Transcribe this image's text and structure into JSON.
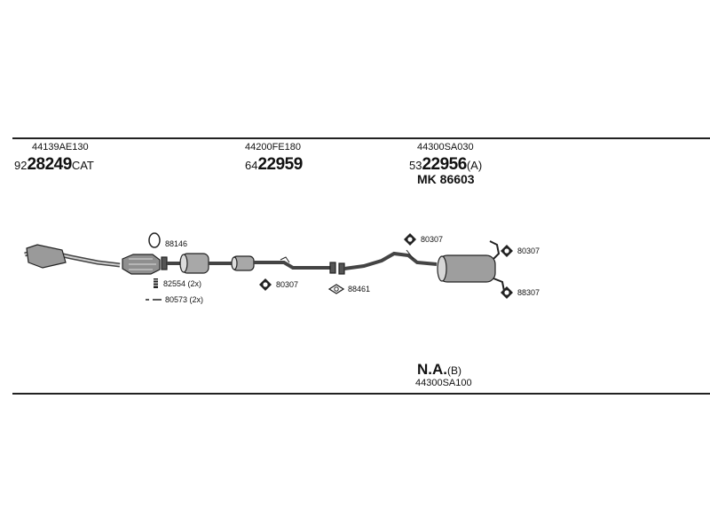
{
  "colors": {
    "line": "#222222",
    "part_fill": "#9a9a9a",
    "part_dark": "#555555"
  },
  "groups": {
    "front": {
      "code": "44139AE130",
      "prefix": "92",
      "number": "28249",
      "suffix": "CAT"
    },
    "middle": {
      "code": "44200FE180",
      "prefix": "64",
      "number": "22959"
    },
    "rear": {
      "code": "44300SA030",
      "prefix": "53",
      "number": "22956",
      "suffix": "(A)",
      "kit": "MK 86603"
    },
    "bottom": {
      "na_label": "N.A.",
      "na_suffix": "(B)",
      "code": "44300SA100"
    }
  },
  "callouts": {
    "gasket_front": "88146",
    "bolt_front": "82554 (2x)",
    "spring_front": "80573 (2x)",
    "hanger_middle": "80307",
    "gasket_middle": "88461",
    "hanger_rear_top": "80307",
    "hanger_rear_right_top": "80307",
    "hanger_rear_right_bottom": "88307"
  },
  "icons": {
    "front_gasket": "ring-gasket-icon",
    "front_bolt": "bolt-icon",
    "front_spring": "spring-clip-icon",
    "hanger": "rubber-hanger-icon",
    "middle_gasket": "flange-gasket-icon"
  }
}
